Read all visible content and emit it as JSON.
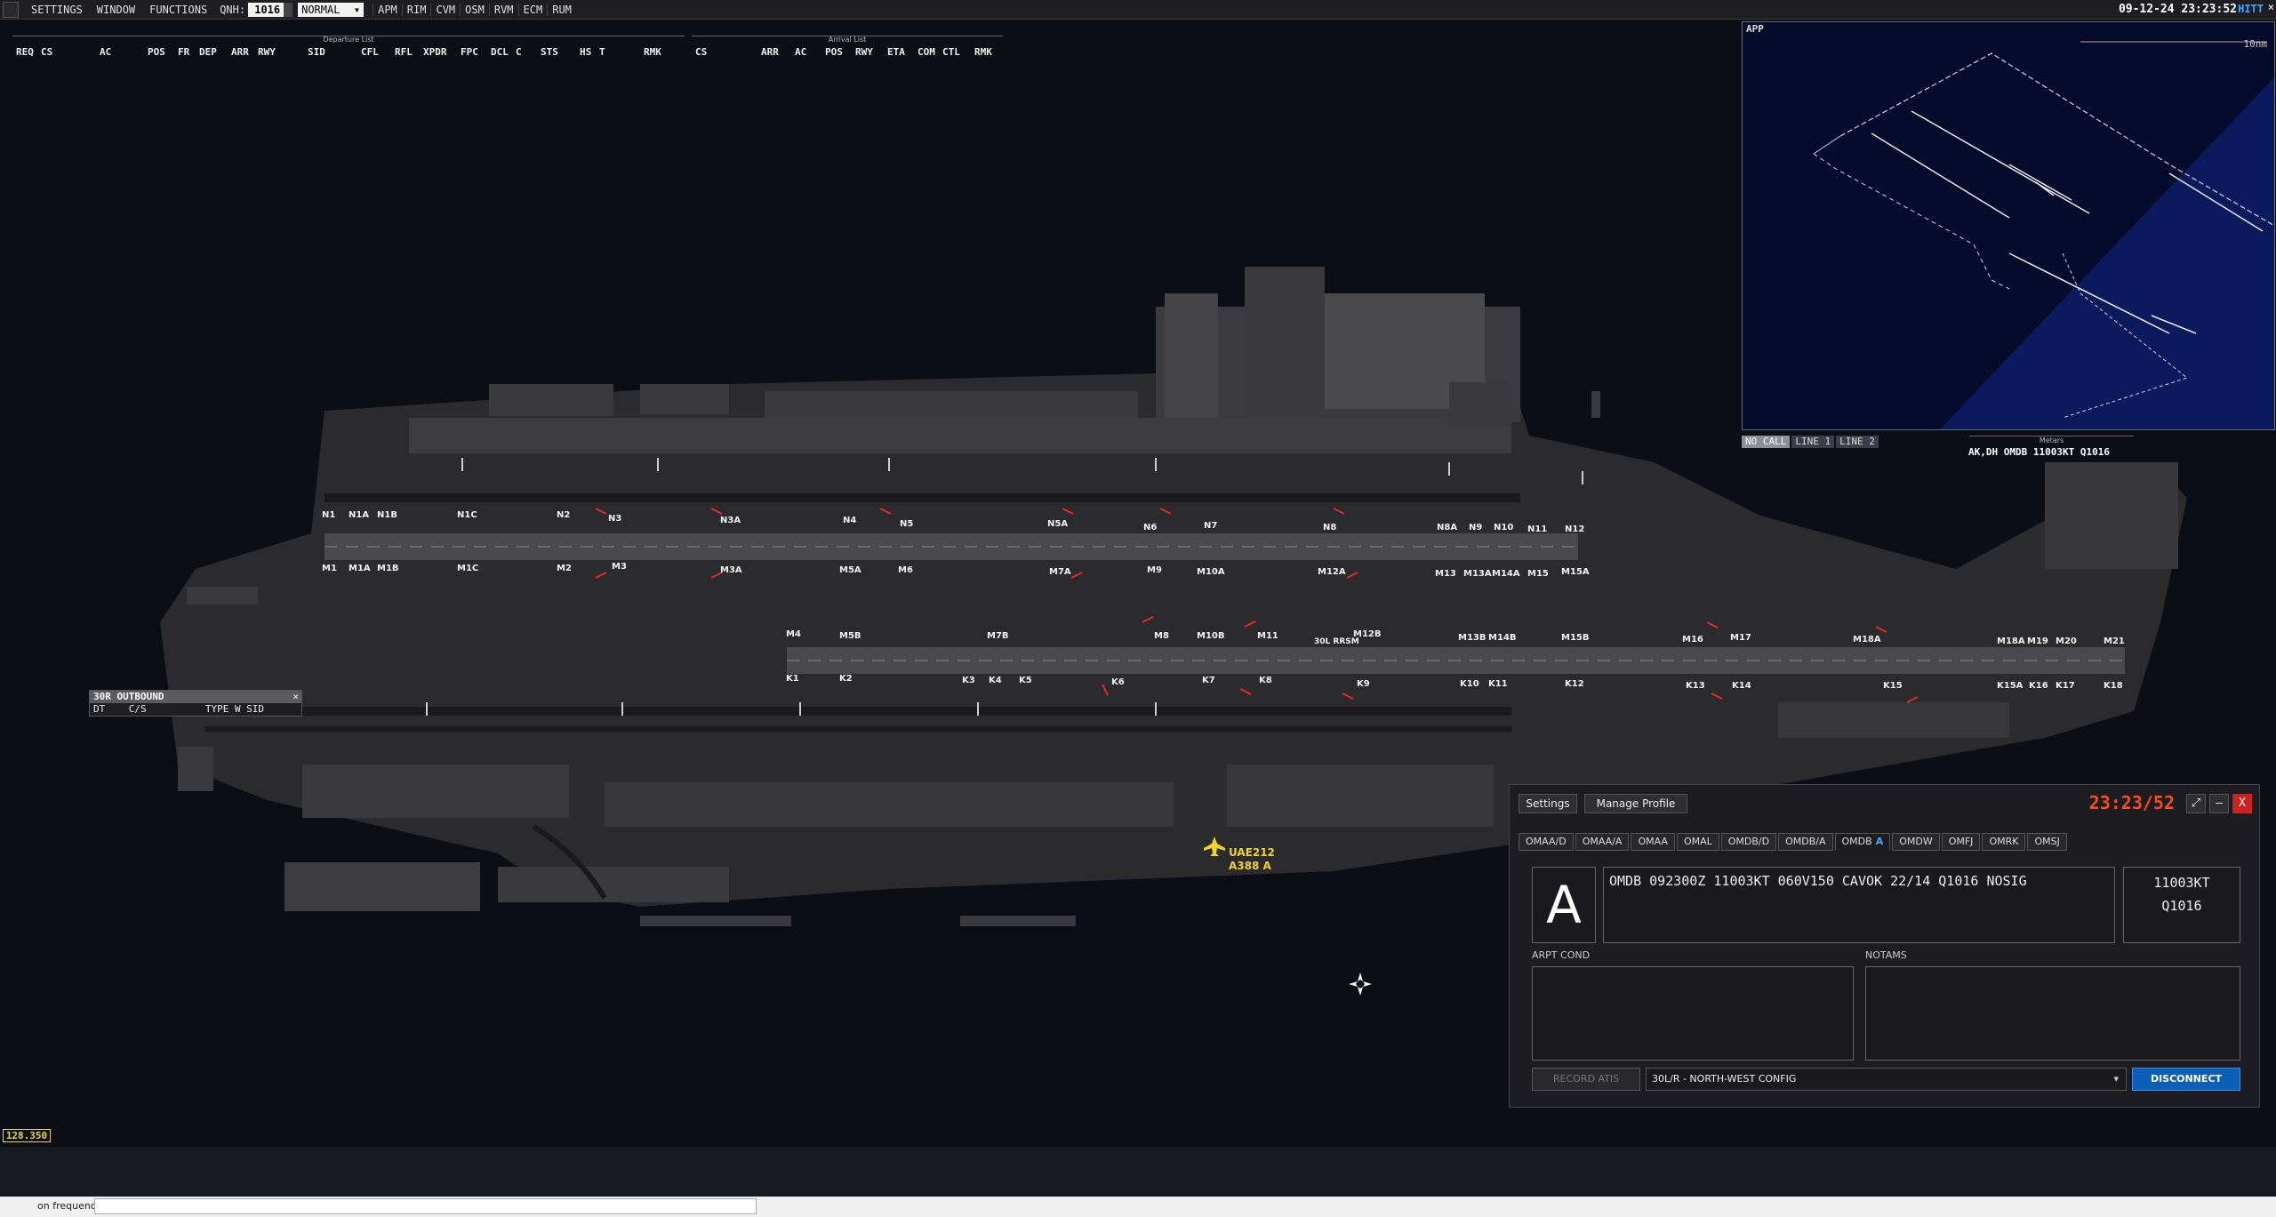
{
  "topbar": {
    "menus": [
      "SETTINGS",
      "WINDOW",
      "FUNCTIONS"
    ],
    "qnh_label": "QNH:",
    "qnh_value": "1016",
    "mode": "NORMAL",
    "tools": [
      "APM",
      "RIM",
      "CVM",
      "OSM",
      "RVM",
      "ECM",
      "RUM"
    ],
    "datetime": "09-12-24 23:23:52",
    "user": "HITT"
  },
  "departure_list": {
    "title": "Departure List",
    "columns": [
      "REQ",
      "CS",
      "AC",
      "POS",
      "FR",
      "DEP",
      "ARR",
      "RWY",
      "SID",
      "CFL",
      "RFL",
      "XPDR",
      "FPC",
      "DCL",
      "C",
      "STS",
      "HS",
      "T",
      "RMK"
    ]
  },
  "arrival_list": {
    "title": "Arrival List",
    "columns": [
      "CS",
      "ARR",
      "AC",
      "POS",
      "RWY",
      "ETA",
      "COM",
      "CTL",
      "RMK"
    ]
  },
  "outbound": {
    "title": "30R OUTBOUND",
    "columns": "DT    C/S          TYPE W SID"
  },
  "app_radar": {
    "title": "APP",
    "scale": "10nm"
  },
  "freq_tabs": [
    "NO CALL",
    "LINE 1",
    "LINE 2"
  ],
  "metars": {
    "title": "Metars",
    "line": "AK,DH OMDB 11003KT Q1016"
  },
  "aircraft": {
    "callsign": "UAE212",
    "type": "A388 A"
  },
  "runway_labels": {
    "rrsm": "30L RRSM"
  },
  "taxiway_labels": {
    "row1": [
      "N1",
      "N1A",
      "N1B",
      "N1C",
      "N2",
      "N3",
      "N3A",
      "N4",
      "N5",
      "N5A",
      "N6",
      "N7",
      "N8",
      "N8A",
      "N9",
      "N10",
      "N11",
      "N12"
    ],
    "row2": [
      "M1",
      "M1A",
      "M1B",
      "M1C",
      "M2",
      "M3",
      "M3A",
      "M5A",
      "M6",
      "M7A",
      "M9",
      "M10A",
      "M12A",
      "M13",
      "M13A",
      "M14A",
      "M15",
      "M15A"
    ],
    "row3": [
      "M4",
      "M5B",
      "M7B",
      "M8",
      "M10B",
      "M11",
      "M12B",
      "M13B",
      "M14B",
      "M15B",
      "M16",
      "M17",
      "M18A",
      "M18A",
      "M19",
      "M20",
      "M21"
    ],
    "row4": [
      "K1",
      "K2",
      "K3",
      "K4",
      "K5",
      "K6",
      "K7",
      "K8",
      "K9",
      "K10",
      "K11",
      "K12",
      "K13",
      "K14",
      "K15",
      "K15A",
      "K16",
      "K17",
      "K18"
    ]
  },
  "atis": {
    "settings_label": "Settings",
    "profile_label": "Manage Profile",
    "time": "23:23/52",
    "close": "X",
    "tabs": [
      "OMAA/D",
      "OMAA/A",
      "OMAA",
      "OMAL",
      "OMDB/D",
      "OMDB/A",
      "OMDB",
      "OMDW",
      "OMFJ",
      "OMRK",
      "OMSJ"
    ],
    "active_tab": "OMDB",
    "active_tab_letter": "A",
    "letter": "A",
    "metar": "OMDB 092300Z 11003KT 060V150 CAVOK 22/14 Q1016 NOSIG",
    "wind": "11003KT",
    "qnh": "Q1016",
    "arpt_cond_label": "ARPT COND",
    "notams_label": "NOTAMS",
    "record_label": "RECORD ATIS",
    "config": "30L/R - NORTH-WEST CONFIG",
    "disconnect_label": "DISCONNECT"
  },
  "frequency": "128.350",
  "command_bar": {
    "label": "on frequency"
  }
}
